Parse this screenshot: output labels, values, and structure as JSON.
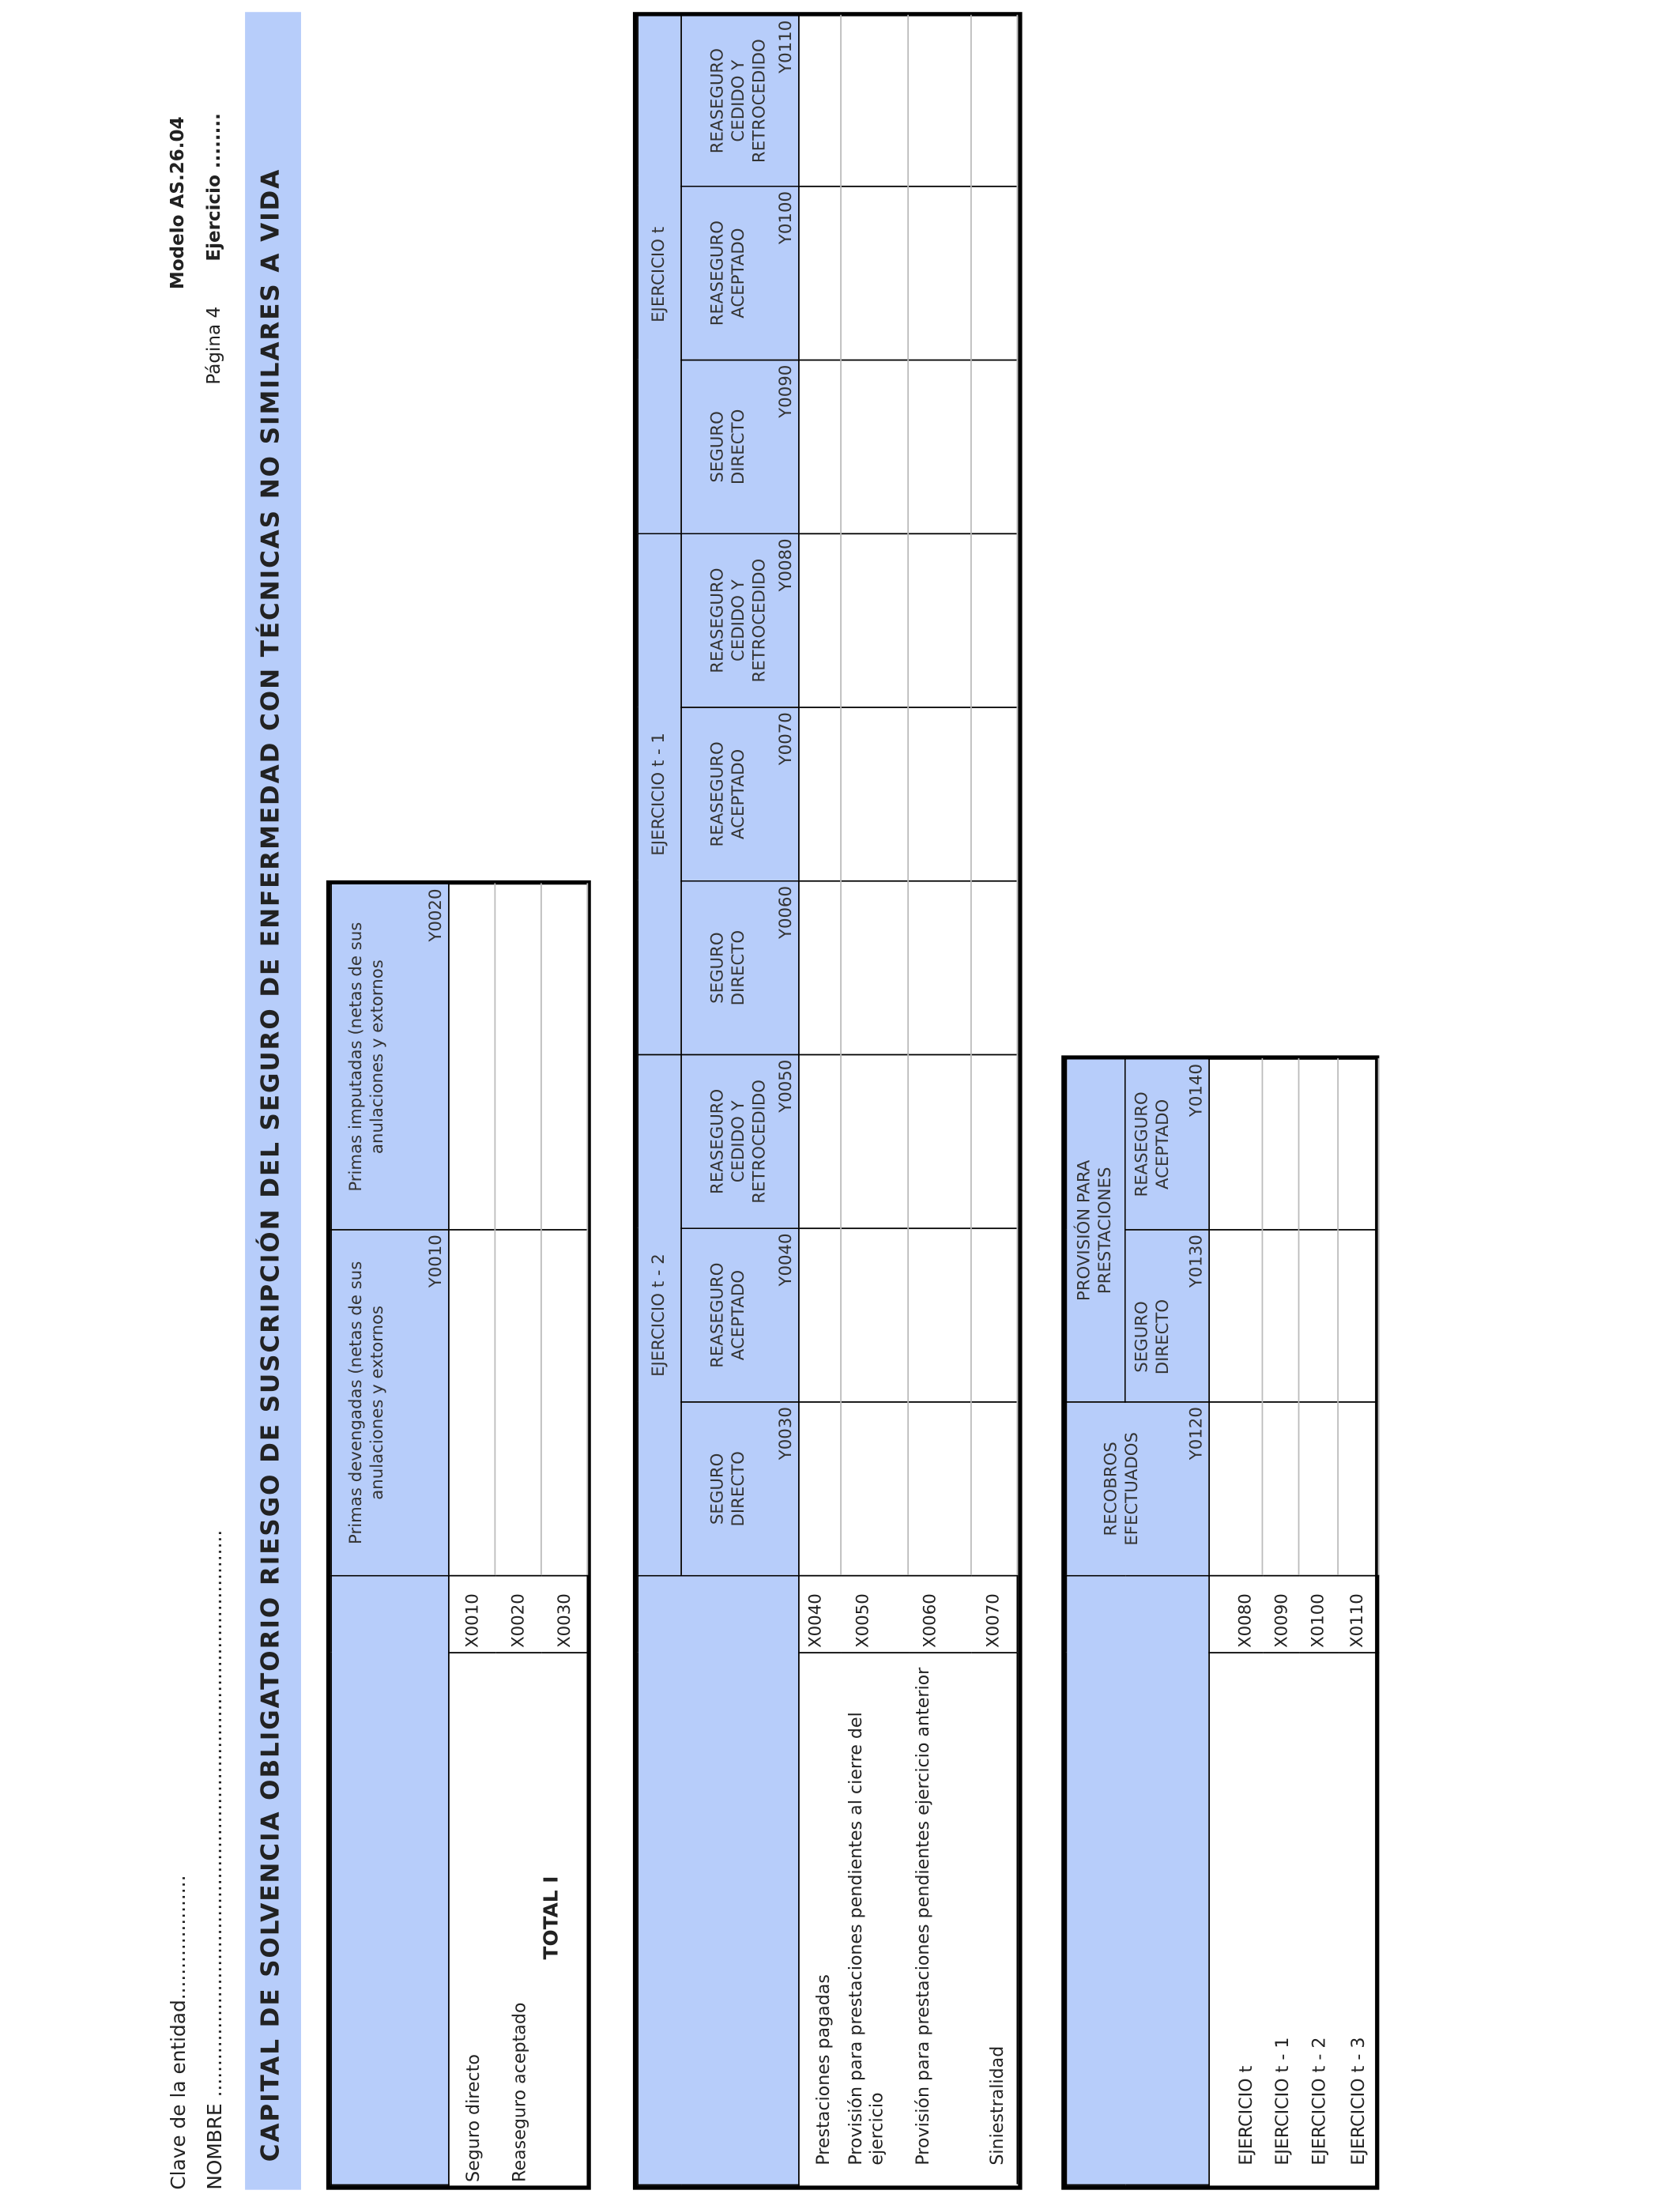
{
  "header": {
    "entity_key": "Clave de la entidad....................",
    "name": "NOMBRE ...........................................................................................",
    "model": "Modelo AS.26.04",
    "page": "Página 4",
    "exercise": "Ejercicio ........",
    "title": "CAPITAL DE SOLVENCIA OBLIGATORIO RIESGO DE SUSCRIPCIÓN DEL SEGURO DE ENFERMEDAD CON TÉCNICAS NO SIMILARES A VIDA"
  },
  "table1": {
    "columns": [
      {
        "label": "Primas devengadas (netas de sus anulaciones y extornos",
        "code": "Y0010"
      },
      {
        "label": "Primas imputadas (netas de sus anulaciones y extornos",
        "code": "Y0020"
      }
    ],
    "rows": [
      {
        "label": "Seguro directo",
        "code": "X0010"
      },
      {
        "label": "Reaseguro aceptado",
        "code": "X0020"
      },
      {
        "label": "TOTAL  I",
        "code": "X0030"
      }
    ]
  },
  "table2": {
    "groups": [
      "EJERCICIO t - 2",
      "EJERCICIO t - 1",
      "EJERCICIO t"
    ],
    "columns": [
      {
        "label": "SEGURO DIRECTO",
        "code": "Y0030"
      },
      {
        "label": "REASEGURO ACEPTADO",
        "code": "Y0040"
      },
      {
        "label": "REASEGURO CEDIDO Y RETROCEDIDO",
        "code": "Y0050"
      },
      {
        "label": "SEGURO DIRECTO",
        "code": "Y0060"
      },
      {
        "label": "REASEGURO ACEPTADO",
        "code": "Y0070"
      },
      {
        "label": "REASEGURO CEDIDO Y RETROCEDIDO",
        "code": "Y0080"
      },
      {
        "label": "SEGURO DIRECTO",
        "code": "Y0090"
      },
      {
        "label": "REASEGURO ACEPTADO",
        "code": "Y0100"
      },
      {
        "label": "REASEGURO CEDIDO Y RETROCEDIDO",
        "code": "Y0110"
      }
    ],
    "rows": [
      {
        "label": "Prestaciones pagadas",
        "code": "X0040"
      },
      {
        "label": "Provisión para prestaciones pendientes al cierre del ejercicio",
        "code": "X0050"
      },
      {
        "label": "Provisión para prestaciones pendientes ejercicio anterior",
        "code": "X0060"
      },
      {
        "label": "Siniestralidad",
        "code": "X0070"
      }
    ]
  },
  "table3": {
    "recobros": {
      "label": "RECOBROS EFECTUADOS",
      "code": "Y0120"
    },
    "group": "PROVISIÓN PARA PRESTACIONES",
    "columns": [
      {
        "label": "SEGURO DIRECTO",
        "code": "Y0130"
      },
      {
        "label": "REASEGURO ACEPTADO",
        "code": "Y0140"
      }
    ],
    "rows": [
      {
        "label": "EJERCICIO t",
        "code": "X0080"
      },
      {
        "label": "EJERCICIO t - 1",
        "code": "X0090"
      },
      {
        "label": "EJERCICIO t - 2",
        "code": "X0100"
      },
      {
        "label": "EJERCICIO t - 3",
        "code": "X0110"
      }
    ]
  }
}
